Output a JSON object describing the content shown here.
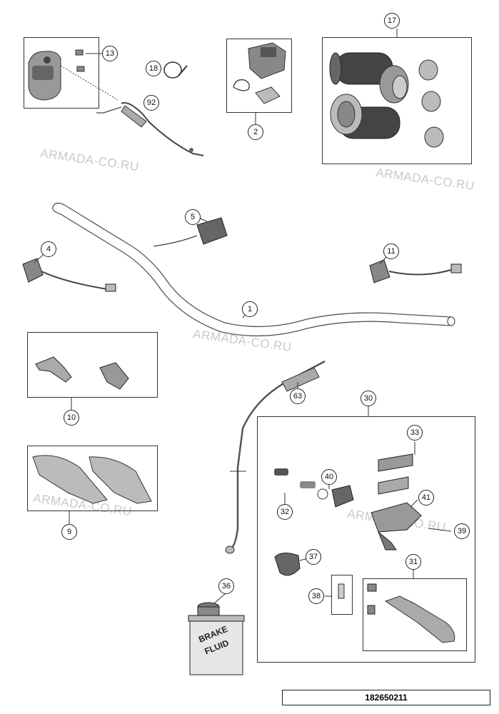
{
  "callouts": {
    "c1": "1",
    "c2": "2",
    "c4": "4",
    "c5": "5",
    "c9": "9",
    "c10": "10",
    "c11": "11",
    "c13": "13",
    "c17": "17",
    "c18": "18",
    "c30": "30",
    "c31": "31",
    "c32": "32",
    "c33": "33",
    "c36": "36",
    "c37": "37",
    "c38": "38",
    "c39": "39",
    "c40": "40",
    "c41": "41",
    "c63": "63",
    "c92": "92"
  },
  "watermark": "ARMADA-CO.RU",
  "brake_fluid": {
    "line1": "BRAKE",
    "line2": "FLUID"
  },
  "document_number": "182650211",
  "icons": [
    "switch-housing-icon",
    "throttle-cable-icon",
    "cable-tie-icon",
    "grip-icon",
    "handlebar-icon",
    "clutch-cable-icon",
    "hand-guard-icon",
    "master-cylinder-icon",
    "brake-lever-icon",
    "fluid-can-icon"
  ]
}
